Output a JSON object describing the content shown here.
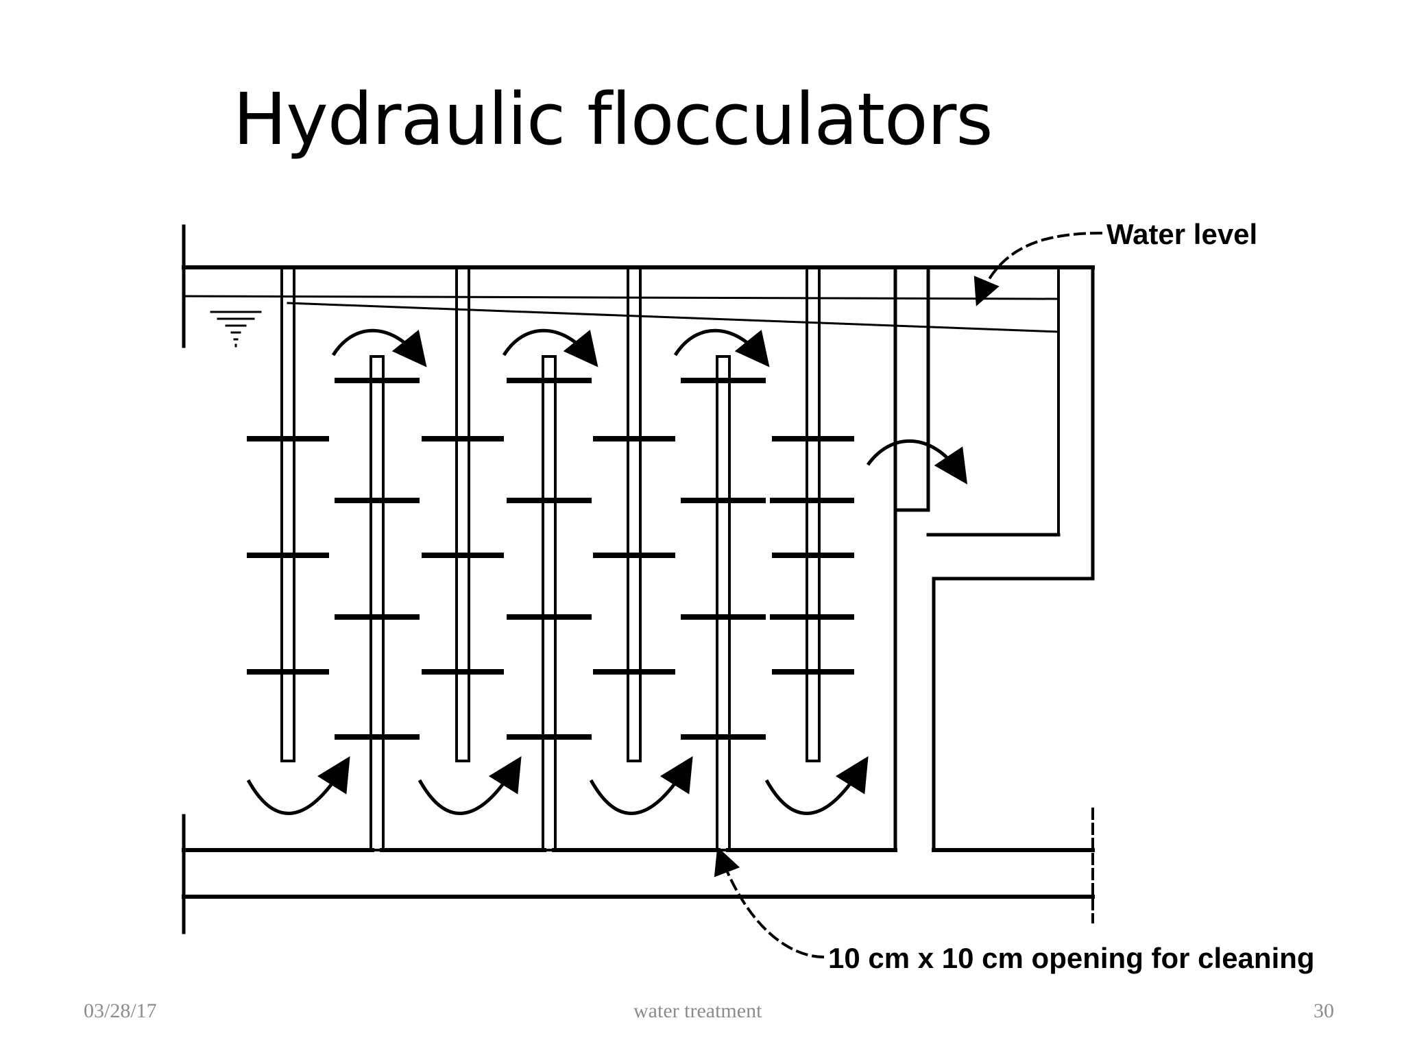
{
  "slide": {
    "title": "Hydraulic flocculators"
  },
  "diagram": {
    "labels": {
      "water_level": "Water level",
      "cleaning_opening": "10 cm x 10 cm opening for cleaning"
    },
    "stroke_color": "#000000"
  },
  "footer": {
    "date": "03/28/17",
    "center_text": "water treatment",
    "page_number": "30",
    "text_color": "#8c8c8c"
  }
}
